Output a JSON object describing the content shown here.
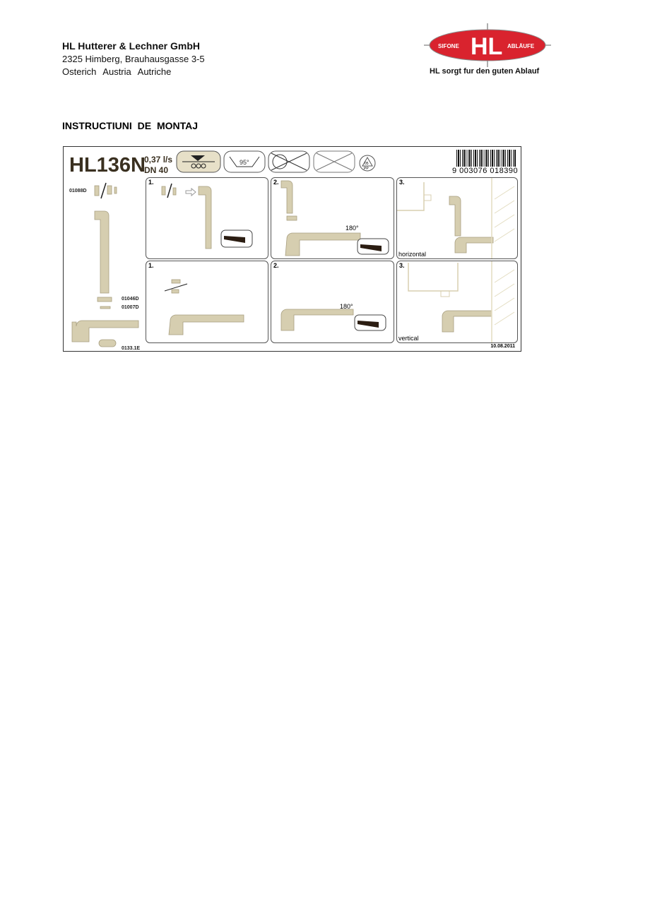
{
  "header": {
    "company": "HL Hutterer & Lechner GmbH",
    "address": "2325 Himberg, Brauhausgasse 3-5",
    "countries": "Osterich   Austria   Autriche",
    "logo": {
      "left": "SIFONE",
      "center": "HL",
      "right": "ABLÄUFE"
    },
    "slogan": "HL sorgt fur den guten Ablauf"
  },
  "doc_title": "INSTRUCTIUNI DE MONTAJ",
  "sheet": {
    "model": "HL136N",
    "flow": "0,37 l/s",
    "dn": "DN 40",
    "temp": "95°",
    "recycle": "05",
    "recycle_mat": "PP",
    "barcode": "9 003076 018390",
    "date": "10.08.2011",
    "parts": [
      "01088D",
      "01046D",
      "01007D",
      "0133.1E"
    ],
    "panels": [
      {
        "num": "1."
      },
      {
        "num": "2.",
        "angle": "180°"
      },
      {
        "num": "3.",
        "caption": "horizontal"
      },
      {
        "num": "1."
      },
      {
        "num": "2.",
        "angle": "180°"
      },
      {
        "num": "3.",
        "caption": "vertical"
      }
    ]
  },
  "colors": {
    "logo_red": "#d9232e",
    "pipe": "#d6ceb0",
    "wall": "#e3dcc0"
  }
}
